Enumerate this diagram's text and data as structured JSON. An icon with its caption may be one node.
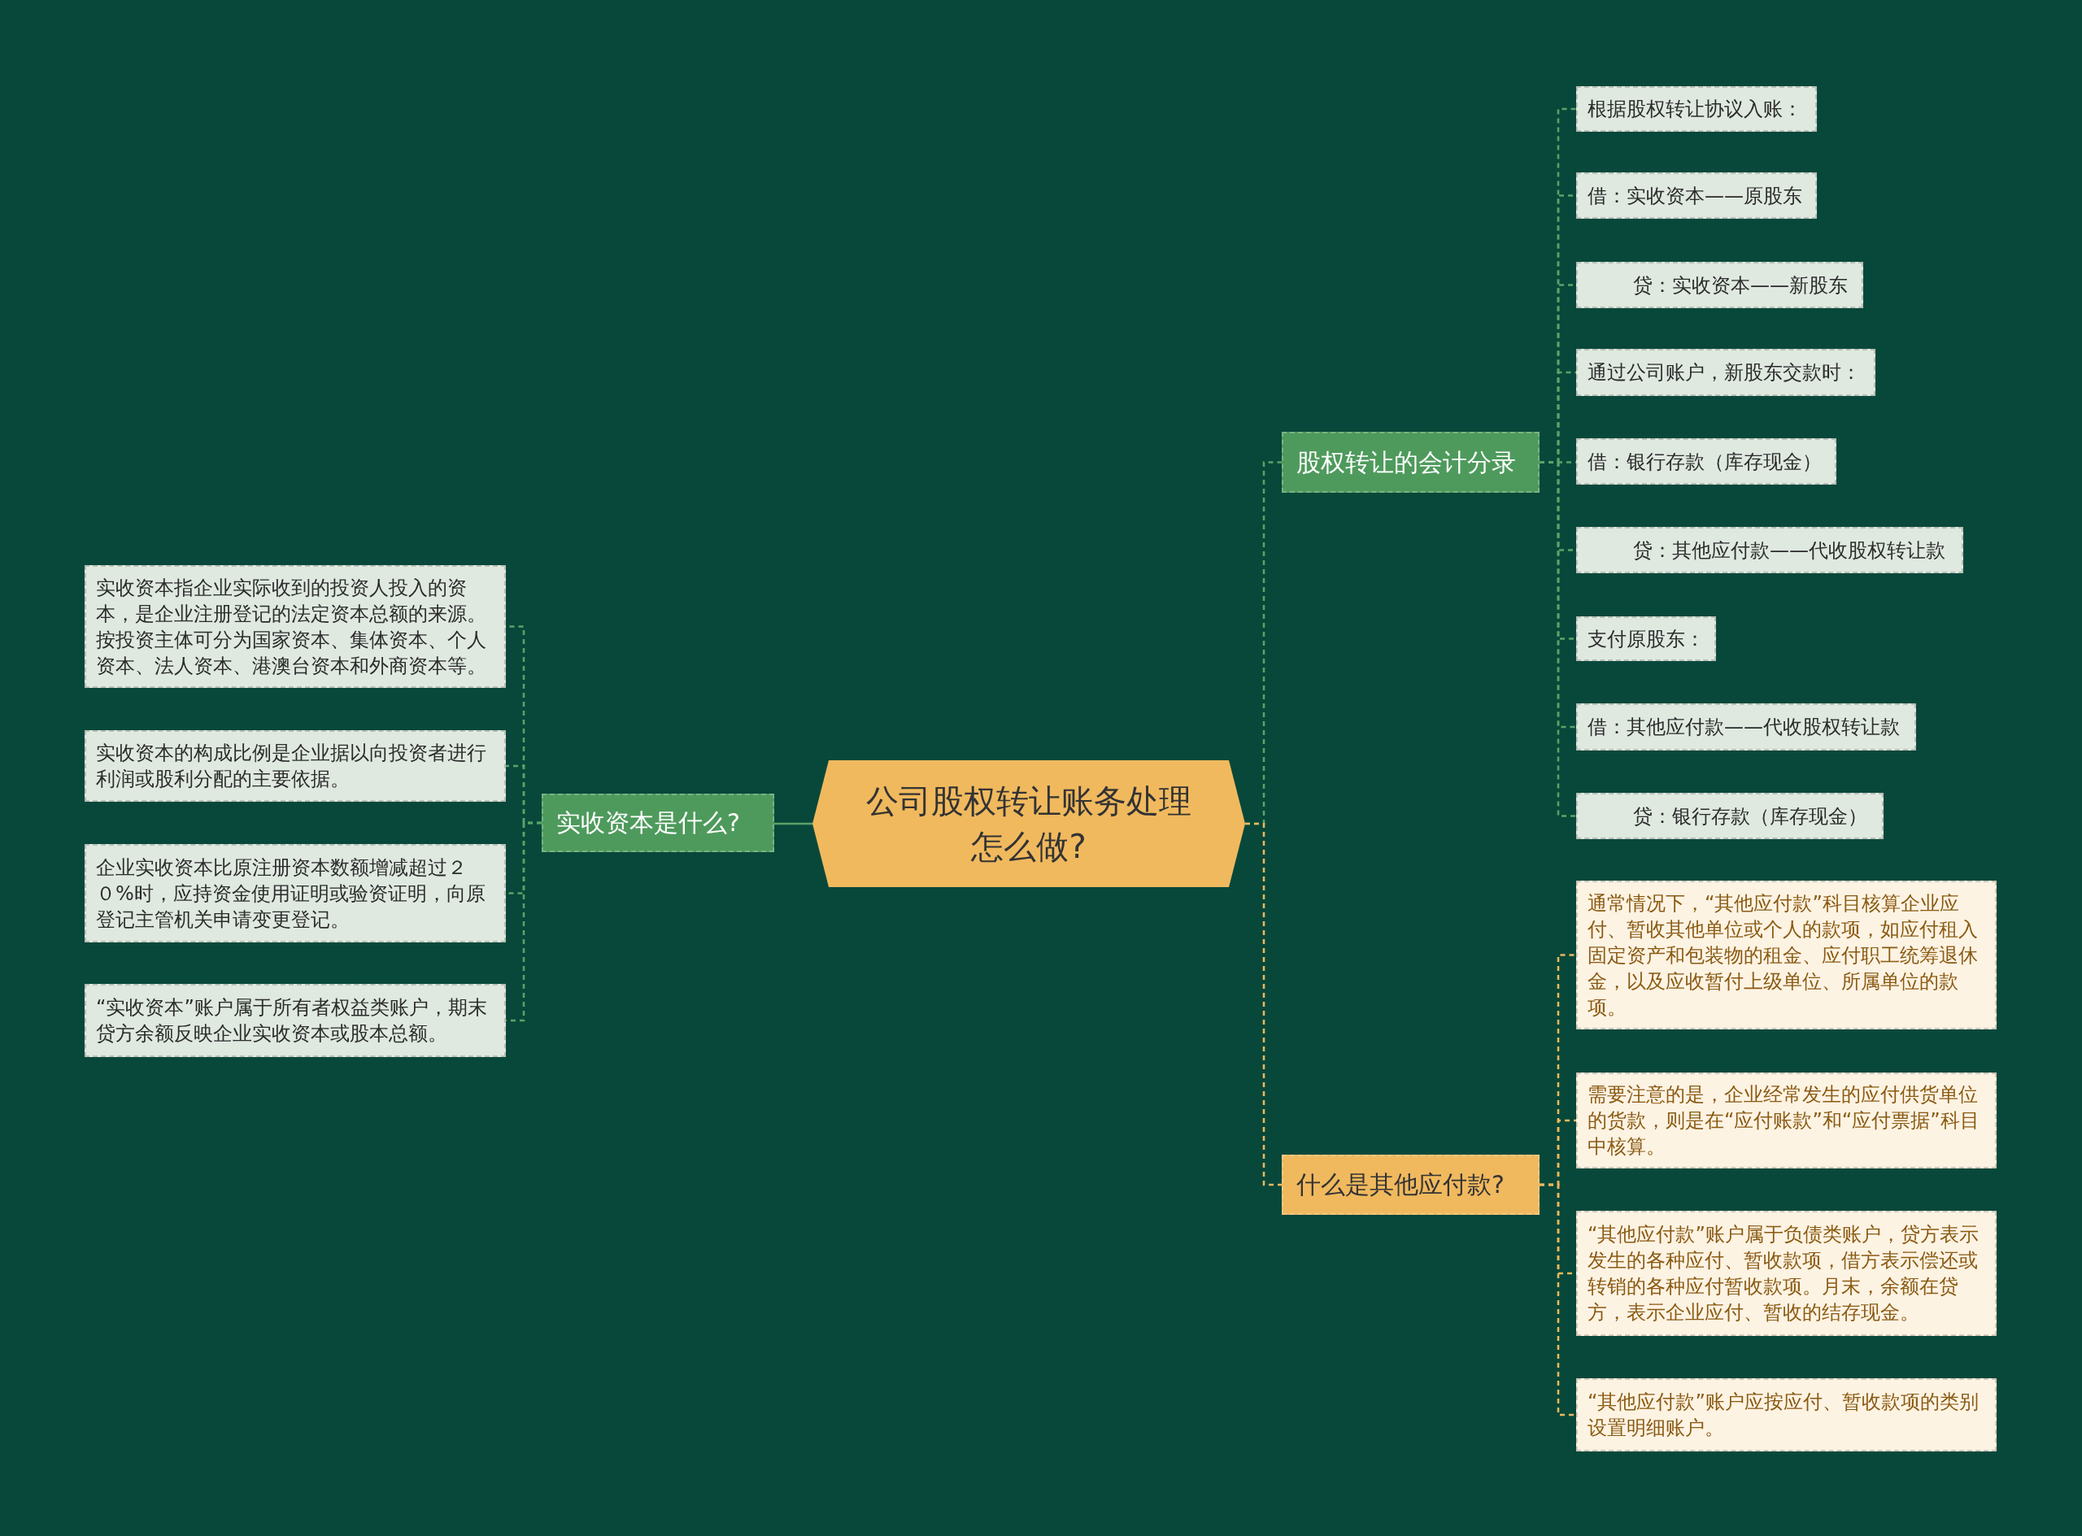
{
  "diagram": {
    "nodes": [
      {
        "text": [
          "公司股权转让账务处理怎么做?"
        ]
      },
      {
        "text": [
          "实收资本是什么?"
        ]
      },
      {
        "text": [
          "实收资本指企业实际收到的投资人投入的资本，是企业注册登记的法定资本总额的来源。按投资主体可分为国家资本、集体资本、个人资本、法人资本、港澳台资本和外商资本等。"
        ]
      },
      {
        "text": [
          "实收资本的构成比例是企业据以向投资者进行利润或股利分配的主要依据。"
        ]
      },
      {
        "text": [
          "企业实收资本比原注册资本数额增减超过２０%时，应持资金使用证明或验资证明，向原登记主管机关申请变更登记。"
        ]
      },
      {
        "text": [
          "“实收资本”账户属于所有者权益类账户，期末贷方余额反映企业实收资本或股本总额。"
        ]
      },
      {
        "text": [
          "股权转让的会计分录"
        ]
      },
      {
        "text": [
          "根据股权转让协议入账："
        ]
      },
      {
        "text": [
          "借：实收资本——原股东"
        ]
      },
      {
        "text": [
          "贷：实收资本——新股东"
        ]
      },
      {
        "text": [
          "通过公司账户，新股东交款时："
        ]
      },
      {
        "text": [
          "借：银行存款（库存现金）"
        ]
      },
      {
        "text": [
          "贷：其他应付款——代收股权转让款"
        ]
      },
      {
        "text": [
          "支付原股东："
        ]
      },
      {
        "text": [
          "借：其他应付款——代收股权转让款"
        ]
      },
      {
        "text": [
          "贷：银行存款（库存现金）"
        ]
      },
      {
        "text": [
          "什么是其他应付款?"
        ]
      },
      {
        "text": [
          "通常情况下，“其他应付款”科目核算企业应付、暂收其他单位或个人的款项，如应付租入固定资产和包装物的租金、应付职工统筹退休金，以及应收暂付上级单位、所属单位的款项。"
        ]
      },
      {
        "text": [
          "需要注意的是，企业经常发生的应付供货单位的货款，则是在“应付账款”和“应付票据”科目中核算。"
        ]
      },
      {
        "text": [
          "“其他应付款”账户属于负债类账户，贷方表示发生的各种应付、暂收款项，借方表示偿还或转销的各种应付暂收款项。月末，余额在贷方，表示企业应付、暂收的结存现金。"
        ]
      },
      {
        "text": [
          "“其他应付款”账户应按应付、暂收款项的类别设置明细账户。"
        ]
      }
    ],
    "edges": [
      {
        "from": 0,
        "to": 1,
        "arrow": "none"
      },
      {
        "from": 1,
        "to": 2,
        "arrow": "none",
        "style": "dashed"
      },
      {
        "from": 1,
        "to": 3,
        "arrow": "none",
        "style": "dashed"
      },
      {
        "from": 1,
        "to": 4,
        "arrow": "none",
        "style": "dashed"
      },
      {
        "from": 1,
        "to": 5,
        "arrow": "none",
        "style": "dashed"
      },
      {
        "from": 0,
        "to": 6,
        "arrow": "none",
        "style": "dashed"
      },
      {
        "from": 6,
        "to": 7,
        "arrow": "none",
        "style": "dashed"
      },
      {
        "from": 6,
        "to": 8,
        "arrow": "none",
        "style": "dashed"
      },
      {
        "from": 6,
        "to": 9,
        "arrow": "none",
        "style": "dashed"
      },
      {
        "from": 6,
        "to": 10,
        "arrow": "none",
        "style": "dashed"
      },
      {
        "from": 6,
        "to": 11,
        "arrow": "none",
        "style": "dashed"
      },
      {
        "from": 6,
        "to": 12,
        "arrow": "none",
        "style": "dashed"
      },
      {
        "from": 6,
        "to": 13,
        "arrow": "none",
        "style": "dashed"
      },
      {
        "from": 6,
        "to": 14,
        "arrow": "none",
        "style": "dashed"
      },
      {
        "from": 6,
        "to": 15,
        "arrow": "none",
        "style": "dashed"
      },
      {
        "from": 0,
        "to": 16,
        "arrow": "none",
        "style": "dashed",
        "color": "#f0b95e"
      },
      {
        "from": 16,
        "to": 17,
        "arrow": "none",
        "style": "dashed",
        "color": "#f0b95e"
      },
      {
        "from": 16,
        "to": 18,
        "arrow": "none",
        "style": "dashed",
        "color": "#f0b95e"
      },
      {
        "from": 16,
        "to": 19,
        "arrow": "none",
        "style": "dashed",
        "color": "#f0b95e"
      },
      {
        "from": 16,
        "to": 20,
        "arrow": "none",
        "style": "dashed",
        "color": "#f0b95e"
      }
    ]
  }
}
